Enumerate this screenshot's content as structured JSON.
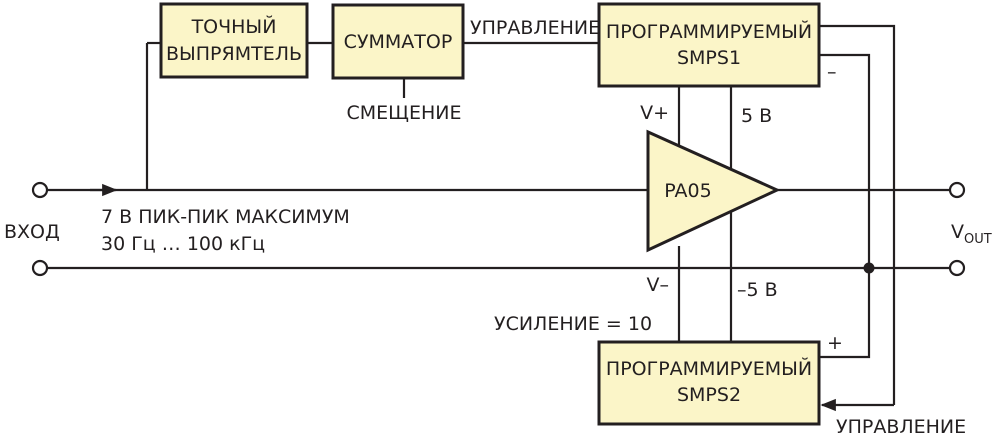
{
  "blocks": {
    "rectifier": [
      "ТОЧНЫЙ",
      "ВЫПРЯМТЕЛЬ"
    ],
    "summer": "СУММАТОР",
    "smps1": [
      "ПРОГРАММИРУЕМЫЙ",
      "SMPS1"
    ],
    "smps2": [
      "ПРОГРАММИРУЕМЫЙ",
      "SMPS2"
    ],
    "amplifier": "PA05"
  },
  "labels": {
    "bias": "СМЕЩЕНИЕ",
    "control_top": "УПРАВЛЕНИЕ",
    "control_bottom": "УПРАВЛЕНИЕ",
    "v_plus": "V+",
    "v_minus": "V–",
    "plus5": "5 В",
    "minus5": "–5 В",
    "minus_sign": "–",
    "plus_sign": "+",
    "input": "ВХОД",
    "input_spec_1": "7 В ПИК-ПИК МАКСИМУМ",
    "input_spec_2": "30 Гц … 100 кГц",
    "gain": "УСИЛЕНИЕ = 10",
    "vout_main": "V",
    "vout_sub": "OUT"
  }
}
